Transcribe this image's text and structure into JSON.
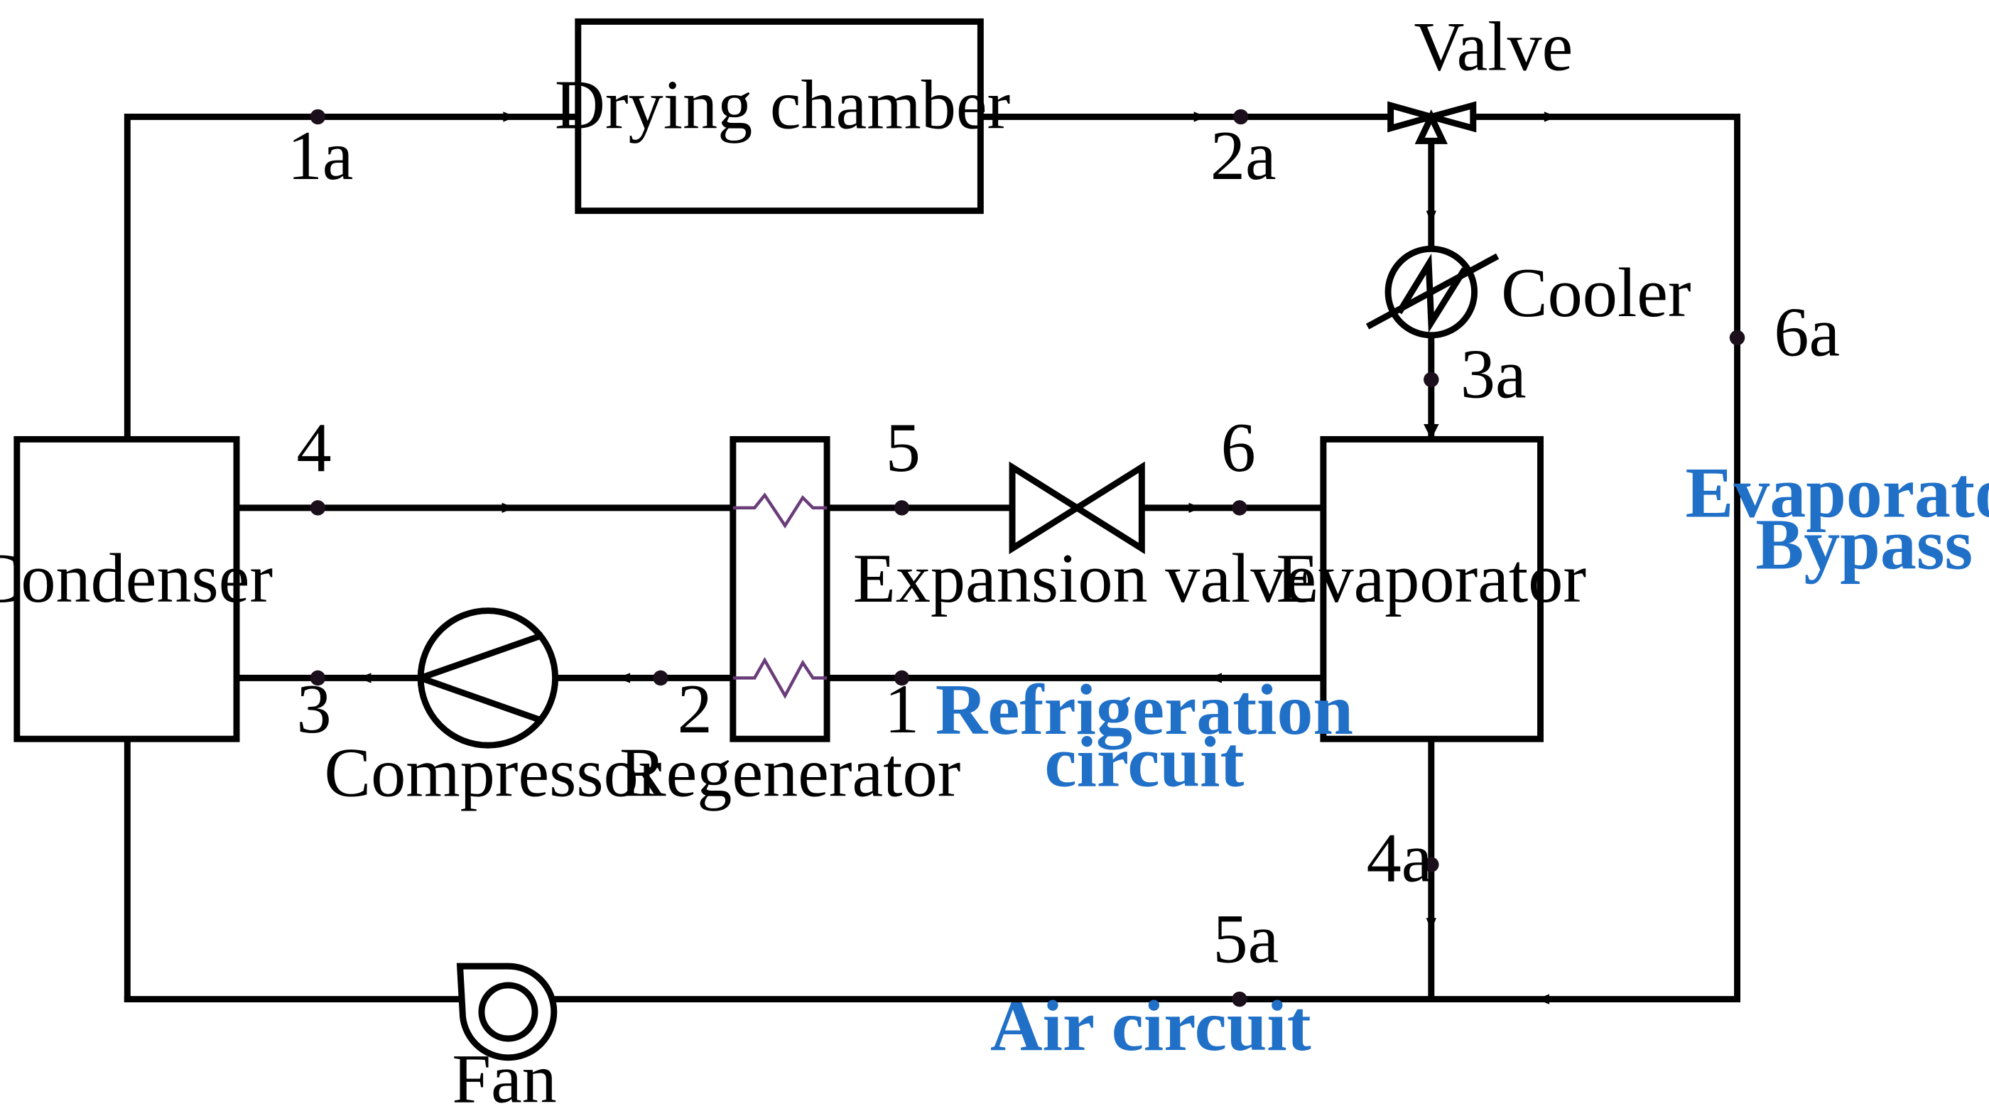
{
  "components": {
    "drying_chamber": "Drying chamber",
    "valve": "Valve",
    "cooler": "Cooler",
    "condenser": "Condenser",
    "regenerator": "Regenerator",
    "expansion_valve": "Expansion valve",
    "evaporator": "Evaporator",
    "compressor": "Compressor",
    "fan": "Fan"
  },
  "points": {
    "p1a": "1a",
    "p2a": "2a",
    "p3a": "3a",
    "p4a": "4a",
    "p5a": "5a",
    "p6a": "6a",
    "p1": "1",
    "p2": "2",
    "p3": "3",
    "p4": "4",
    "p5": "5",
    "p6": "6"
  },
  "circuits": {
    "evaporator_bypass_line1": "Evaporator",
    "evaporator_bypass_line2": "Bypass",
    "refrigeration_line1": "Refrigeration",
    "refrigeration_line2": "circuit",
    "air": "Air circuit"
  },
  "colors": {
    "circuit_label": "#2070c8",
    "line": "#000000",
    "heat_exchanger_coil": "#6a3d7a"
  }
}
